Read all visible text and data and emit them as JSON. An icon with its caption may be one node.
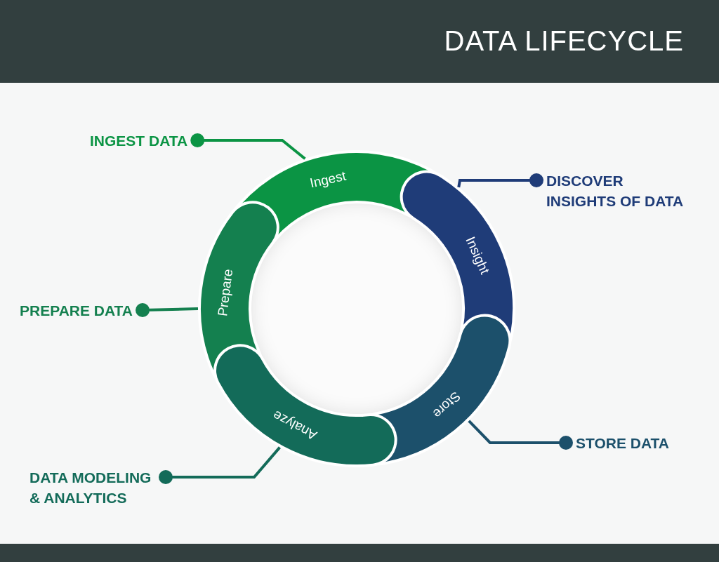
{
  "diagram": {
    "title": "DATA LIFECYCLE",
    "nodes": [
      {
        "text": [
          "INGEST DATA"
        ]
      },
      {
        "text": [
          "Ingest"
        ]
      },
      {
        "text": [
          "DISCOVER INSIGHTS OF DATA"
        ]
      },
      {
        "text": [
          "Insight"
        ]
      },
      {
        "text": [
          "Prepare"
        ]
      },
      {
        "text": [
          "PREPARE DATA"
        ]
      },
      {
        "text": [
          "Store"
        ]
      },
      {
        "text": [
          "STORE DATA"
        ]
      },
      {
        "text": [
          "Analyze"
        ]
      },
      {
        "text": [
          "DATA MODELING & ANALYTICS"
        ]
      }
    ],
    "edges": [
      {
        "from": 0,
        "to": 1,
        "arrow": "other",
        "color": "#0b9444"
      },
      {
        "from": 2,
        "to": 3,
        "arrow": "other",
        "color": "#1f3c78"
      },
      {
        "from": 5,
        "to": 4,
        "arrow": "other",
        "color": "#14804f"
      },
      {
        "from": 7,
        "to": 6,
        "arrow": "other",
        "color": "#1c506b"
      },
      {
        "from": 9,
        "to": 8,
        "arrow": "other",
        "color": "#136b59"
      }
    ]
  }
}
